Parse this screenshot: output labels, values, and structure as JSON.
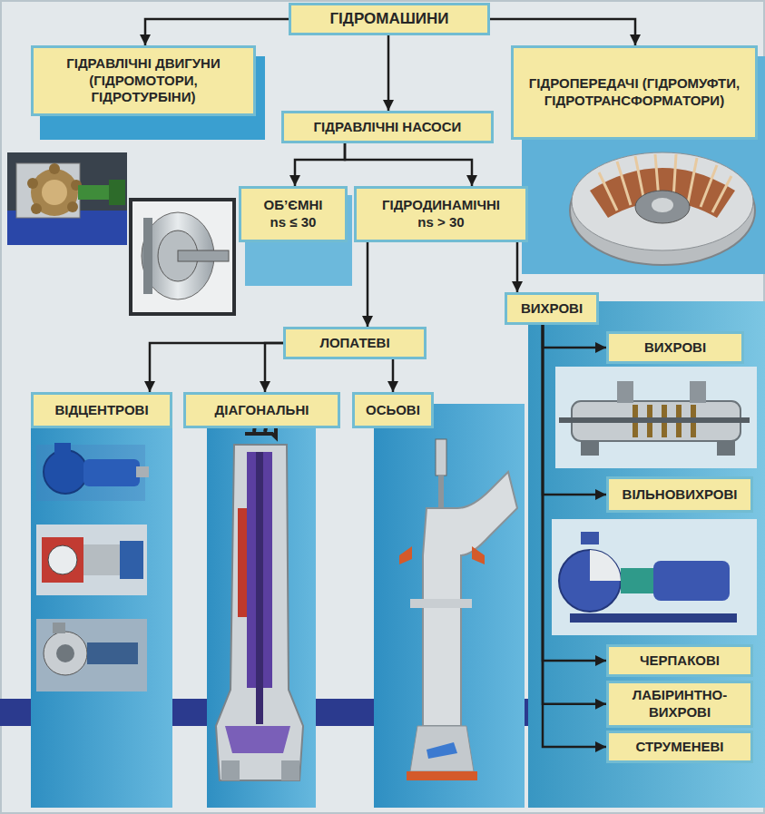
{
  "diagram": {
    "nodes": [
      {
        "text": [
          "ГІДРОМАШИНИ"
        ]
      },
      {
        "text": [
          "ГІДРАВЛІЧНІ ДВИГУНИ (ГІДРОМОТОРИ, ГІДРОТУРБІНИ)"
        ]
      },
      {
        "text": [
          "ГІДРАВЛІЧНІ НАСОСИ"
        ]
      },
      {
        "text": [
          "ГІДРОПЕРЕДАЧІ (ГІДРОМУФТИ, ГІДРОТРАНСФОРМАТОРИ)"
        ]
      },
      {
        "text": [
          "ОБ’ЄМНІ",
          "ns ≤ 30"
        ]
      },
      {
        "text": [
          "ГІДРОДИНАМІЧНІ",
          "ns > 30"
        ]
      },
      {
        "text": [
          "ВИХРОВІ"
        ]
      },
      {
        "text": [
          "ЛОПАТЕВІ"
        ]
      },
      {
        "text": [
          "ВИХРОВІ"
        ]
      },
      {
        "text": [
          "ВІДЦЕНТРОВІ"
        ]
      },
      {
        "text": [
          "ДІАГОНАЛЬНІ"
        ]
      },
      {
        "text": [
          "ОСЬОВІ"
        ]
      },
      {
        "text": [
          "ВІЛЬНОВИХРОВІ"
        ]
      },
      {
        "text": [
          "ЧЕРПАКОВІ"
        ]
      },
      {
        "text": [
          "ЛАБІРИНТНО- ВИХРОВІ"
        ]
      },
      {
        "text": [
          "СТРУМЕНЕВІ"
        ]
      }
    ],
    "edges": [
      {
        "from": 0,
        "to": 1,
        "arrow": "to"
      },
      {
        "from": 0,
        "to": 2,
        "arrow": "to"
      },
      {
        "from": 0,
        "to": 3,
        "arrow": "to"
      },
      {
        "from": 2,
        "to": 4,
        "arrow": "to"
      },
      {
        "from": 2,
        "to": 5,
        "arrow": "to"
      },
      {
        "from": 5,
        "to": 7,
        "arrow": "to"
      },
      {
        "from": 5,
        "to": 6,
        "arrow": "to"
      },
      {
        "from": 7,
        "to": 9,
        "arrow": "to"
      },
      {
        "from": 7,
        "to": 10,
        "arrow": "to"
      },
      {
        "from": 7,
        "to": 11,
        "arrow": "to"
      },
      {
        "from": 6,
        "to": 8,
        "arrow": "to"
      },
      {
        "from": 6,
        "to": 12,
        "arrow": "to"
      },
      {
        "from": 6,
        "to": 13,
        "arrow": "to"
      },
      {
        "from": 6,
        "to": 14,
        "arrow": "to"
      },
      {
        "from": 6,
        "to": 15,
        "arrow": "to"
      }
    ]
  }
}
